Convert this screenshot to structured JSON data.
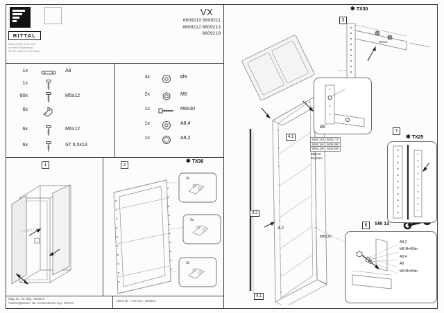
{
  "header": {
    "brand": "RITTAL",
    "address_lines": [
      "Rittal GmbH & Co. KG",
      "Auf dem Stützelberg",
      "35745 Herborn / Germany"
    ],
    "title": "VX",
    "part_numbers": [
      "8609210  8609211",
      "8609212  8609213",
      "8609219"
    ]
  },
  "tools": {
    "torx_glyph": "✱",
    "tx30_top": "TX30",
    "tx30_left": "TX30",
    "tx25": "TX25",
    "sw13": "SW 13"
  },
  "steps": {
    "one": "1",
    "two": "2",
    "three": "3",
    "six": "6",
    "seven": "7"
  },
  "parts": {
    "col1": [
      {
        "qty": "1x",
        "icon": "strip-icon",
        "label": "A8"
      },
      {
        "qty": "1x",
        "icon": "screw-icon",
        "label": ""
      },
      {
        "qty": "80x",
        "icon": "screw-icon",
        "label": "M5x12"
      },
      {
        "qty": "6x",
        "icon": "bracket-icon",
        "label": ""
      },
      {
        "qty": "6x",
        "icon": "screw-icon",
        "label": "M6x12"
      },
      {
        "qty": "6x",
        "icon": "screw-icon",
        "label": "ST 5,5x13"
      }
    ],
    "col2": [
      {
        "qty": "4x",
        "icon": "washer-icon",
        "label": "Ø9"
      },
      {
        "qty": "2x",
        "icon": "nut-icon",
        "label": "M8"
      },
      {
        "qty": "1x",
        "icon": "bolt-icon",
        "label": "M8x30"
      },
      {
        "qty": "1x",
        "icon": "washer-icon",
        "label": "A8,4"
      },
      {
        "qty": "1x",
        "icon": "washer-icon",
        "label": "A8,2"
      }
    ]
  },
  "diagram": {
    "box1_model": "VX 8617.500",
    "callout_qty": [
      "3x",
      "3x",
      "3x"
    ],
    "labels": {
      "a41": "4.1",
      "a42": "4.2",
      "b42": "4.2",
      "b41": "4.1"
    },
    "ref_rows": [
      [
        "8606.140",
        "8606.770"
      ],
      [
        "8606.160",
        "8606.860"
      ],
      [
        "8606.180",
        "8606.880"
      ]
    ],
    "m5_torque": "M5x12\nM=9Nm",
    "m5_note": "M5x12",
    "dia9": "Ø9",
    "m8_bolt": "M8x30",
    "legend": [
      "A8,2",
      "M8  M=9Nm",
      "A8,4",
      "A8",
      "M8  M=9Nm"
    ]
  },
  "footer": {
    "left1": "Eldg.-Nr. / Id. dwg.: 05/2019",
    "left2": "Änderungsstand / No. of amendment eng.: 357944",
    "center": "Ident-Nr. / Part No.: 357944"
  }
}
